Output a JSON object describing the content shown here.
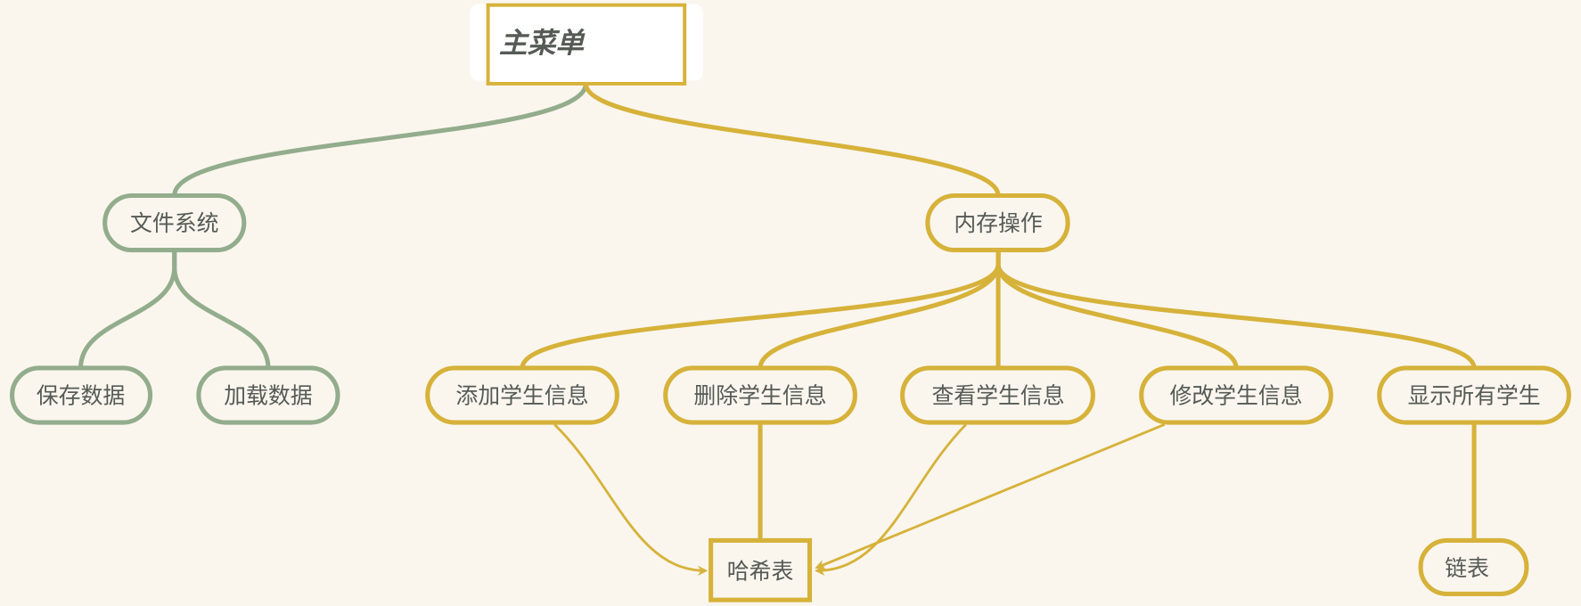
{
  "colors": {
    "background": "#faf6ee",
    "green_branch": "#93ad8c",
    "gold_branch": "#d6b23a",
    "text": "#555a55"
  },
  "root": {
    "label": "主菜单"
  },
  "branches": {
    "file_system": {
      "label": "文件系统",
      "children": [
        "保存数据",
        "加载数据"
      ]
    },
    "memory_ops": {
      "label": "内存操作",
      "children": [
        "添加学生信息",
        "删除学生信息",
        "查看学生信息",
        "修改学生信息",
        "显示所有学生"
      ]
    }
  },
  "structures": {
    "hash_table": "哈希表",
    "linked_list": "链表"
  },
  "relations": [
    {
      "from": "添加学生信息",
      "to": "哈希表",
      "type": "arrow"
    },
    {
      "from": "删除学生信息",
      "to": "哈希表",
      "type": "line"
    },
    {
      "from": "查看学生信息",
      "to": "哈希表",
      "type": "arrow"
    },
    {
      "from": "修改学生信息",
      "to": "哈希表",
      "type": "arrow"
    },
    {
      "from": "显示所有学生",
      "to": "链表",
      "type": "line"
    }
  ]
}
